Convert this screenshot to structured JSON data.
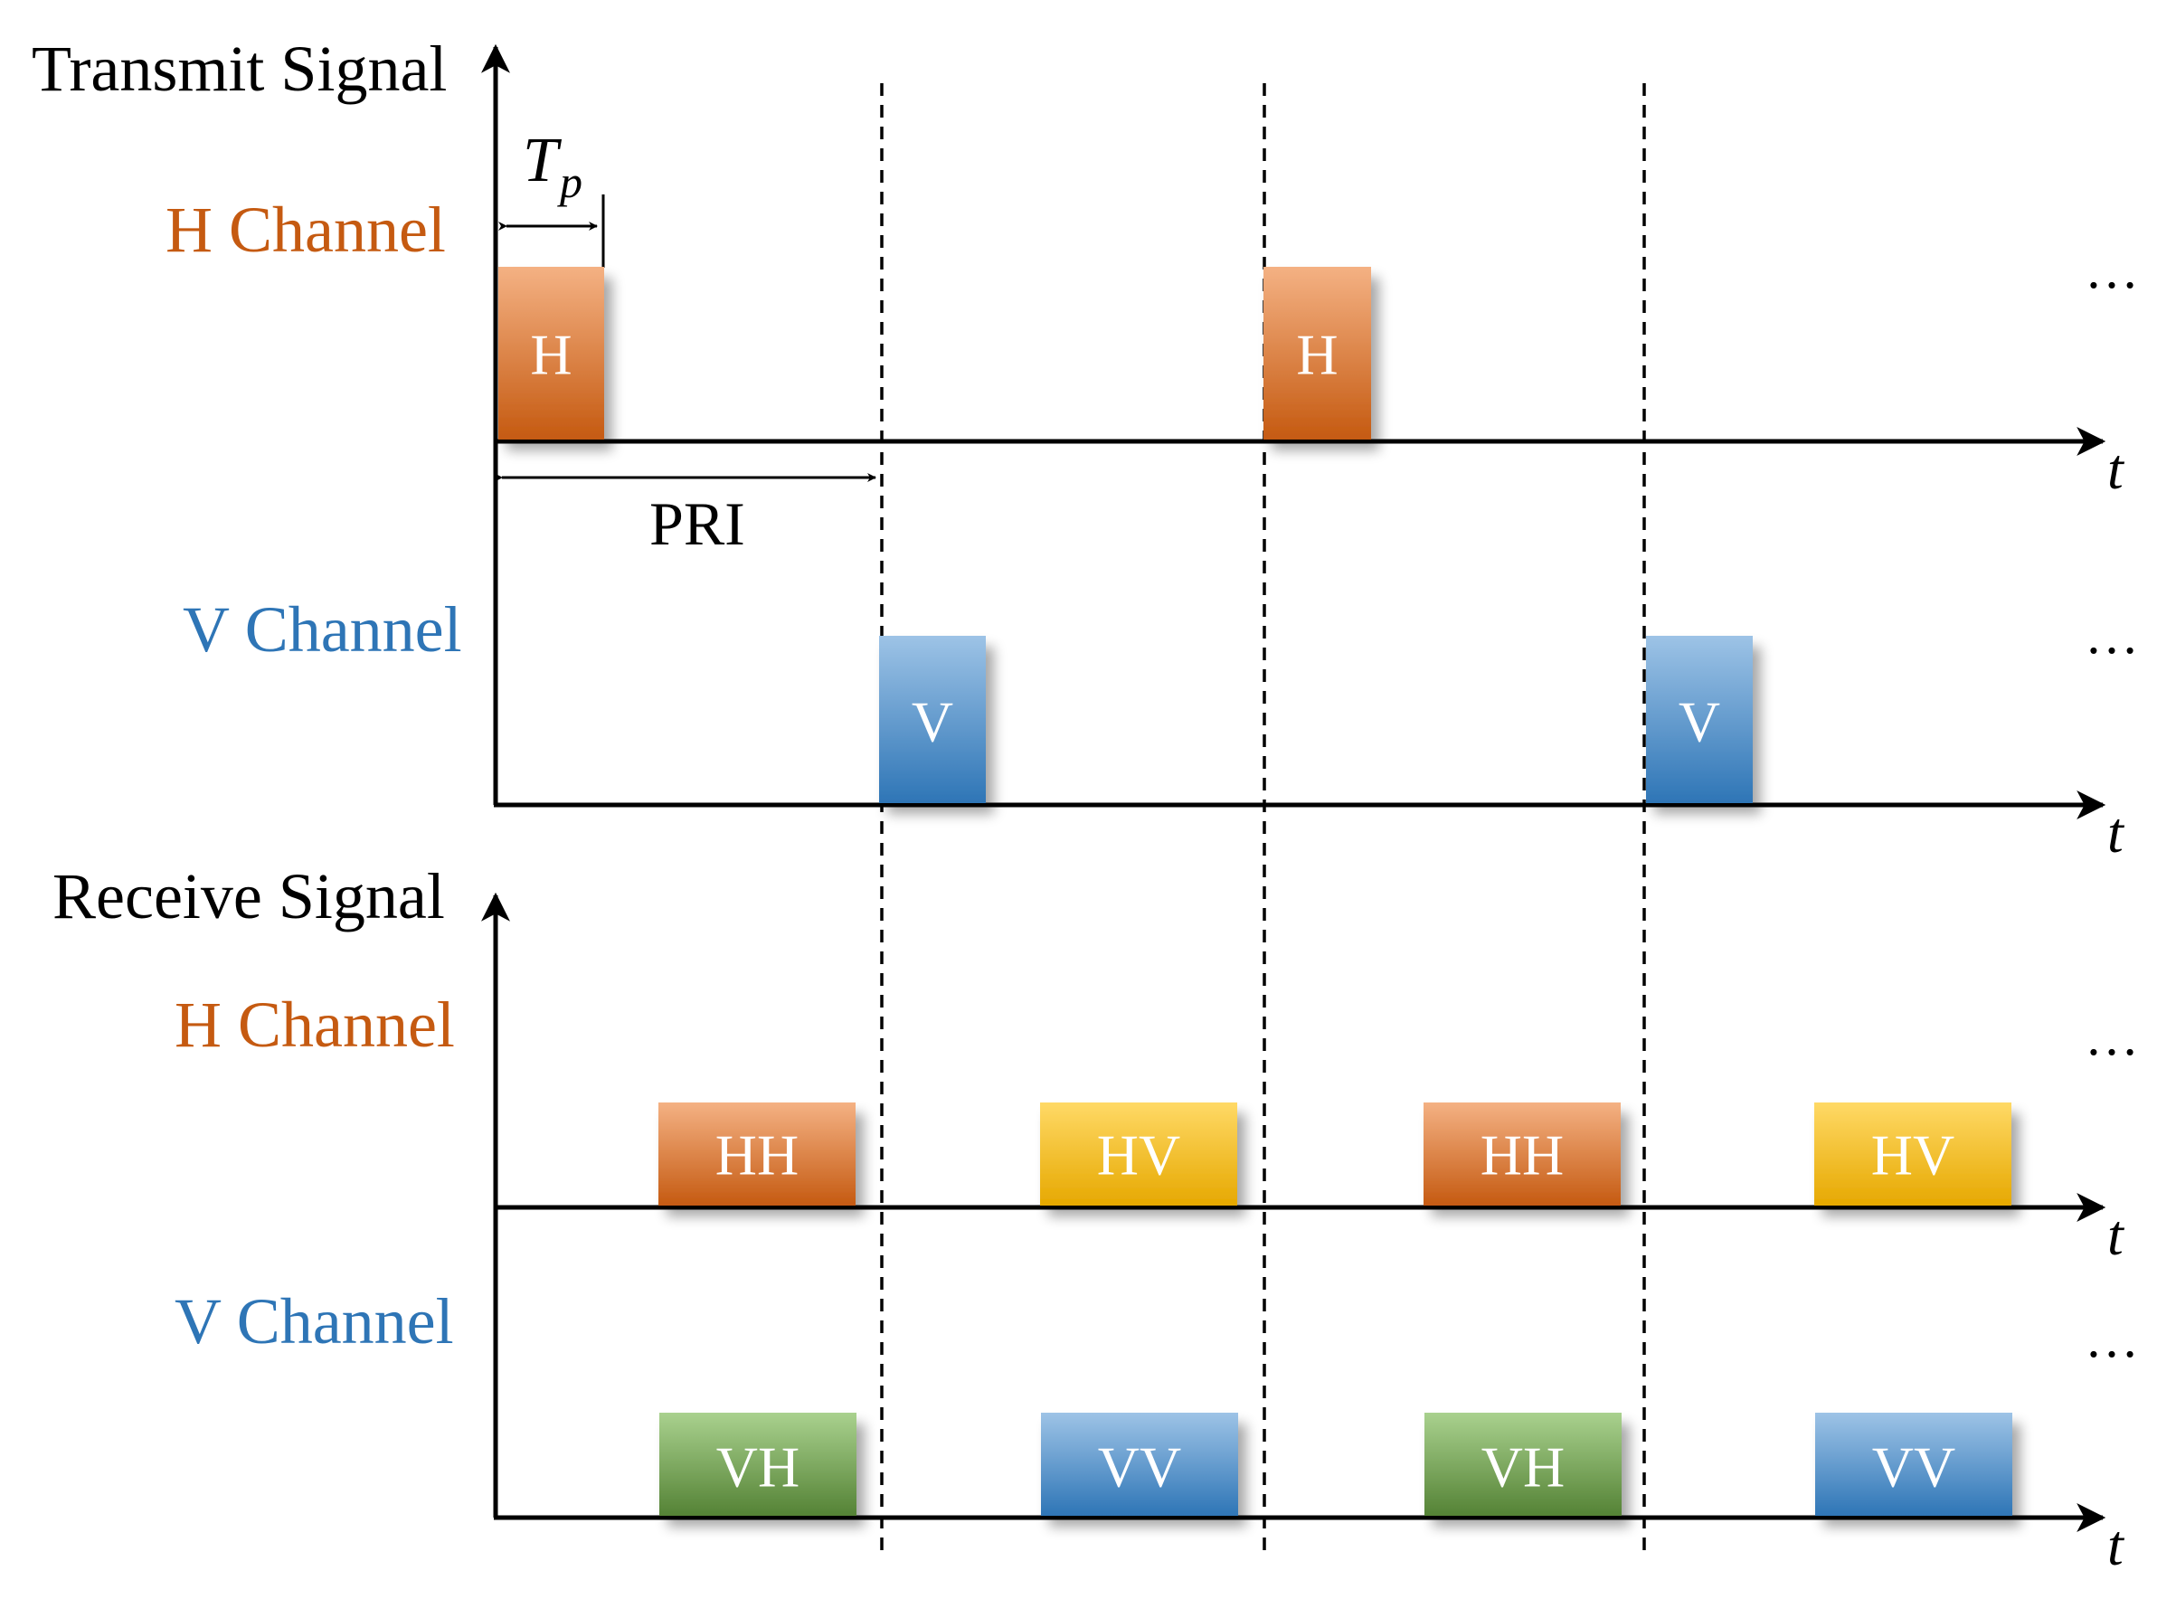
{
  "diagram": {
    "transmit_title": "Transmit Signal",
    "receive_title": "Receive Signal",
    "h_channel_label": "H Channel",
    "v_channel_label": "V Channel",
    "time_symbol": "t",
    "ellipsis": "…",
    "pri_label": "PRI",
    "pulse_width_symbol": "T",
    "pulse_width_subscript": "p",
    "colors": {
      "h_channel_text": "#C55A11",
      "v_channel_text": "#2E75B6",
      "orange": [
        "#F4B183",
        "#C55A11"
      ],
      "blue": [
        "#9DC3E6",
        "#2E75B6"
      ],
      "yellow": [
        "#FFD966",
        "#E6A800"
      ],
      "green": [
        "#A9D18E",
        "#548235"
      ]
    },
    "pulses": {
      "tx_h": [
        "H",
        "H"
      ],
      "tx_v": [
        "V",
        "V"
      ],
      "rx_h": [
        "HH",
        "HV",
        "HH",
        "HV"
      ],
      "rx_v": [
        "VH",
        "VV",
        "VH",
        "VV"
      ]
    }
  }
}
